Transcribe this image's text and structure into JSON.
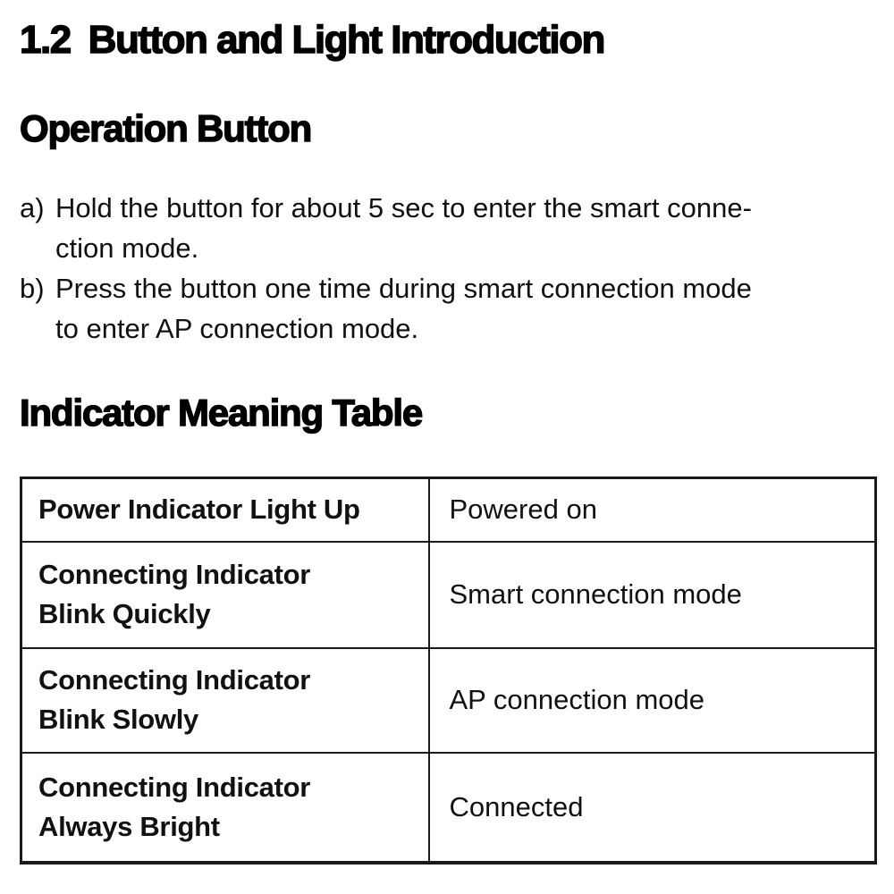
{
  "title": {
    "number": "1.2",
    "text": "Button and Light Introduction"
  },
  "operation": {
    "heading": "Operation Button",
    "items": [
      {
        "marker": "a)",
        "text": "Hold the button for about 5 sec to enter the smart conne-\nction mode."
      },
      {
        "marker": "b)",
        "text": "Press the button one time during smart connection mode\nto enter AP connection mode."
      }
    ]
  },
  "indicator": {
    "heading": "Indicator Meaning Table",
    "table": {
      "rows": [
        {
          "indicator": "Power Indicator Light Up",
          "meaning": "Powered on"
        },
        {
          "indicator": "Connecting Indicator\nBlink Quickly",
          "meaning": "Smart connection mode"
        },
        {
          "indicator": "Connecting Indicator\nBlink Slowly",
          "meaning": "AP connection mode"
        },
        {
          "indicator": "Connecting Indicator\nAlways Bright",
          "meaning": "Connected"
        }
      ]
    }
  },
  "colors": {
    "text": "#111111",
    "heading": "#000000",
    "table_border": "#1a1a1a",
    "background": "#ffffff"
  }
}
